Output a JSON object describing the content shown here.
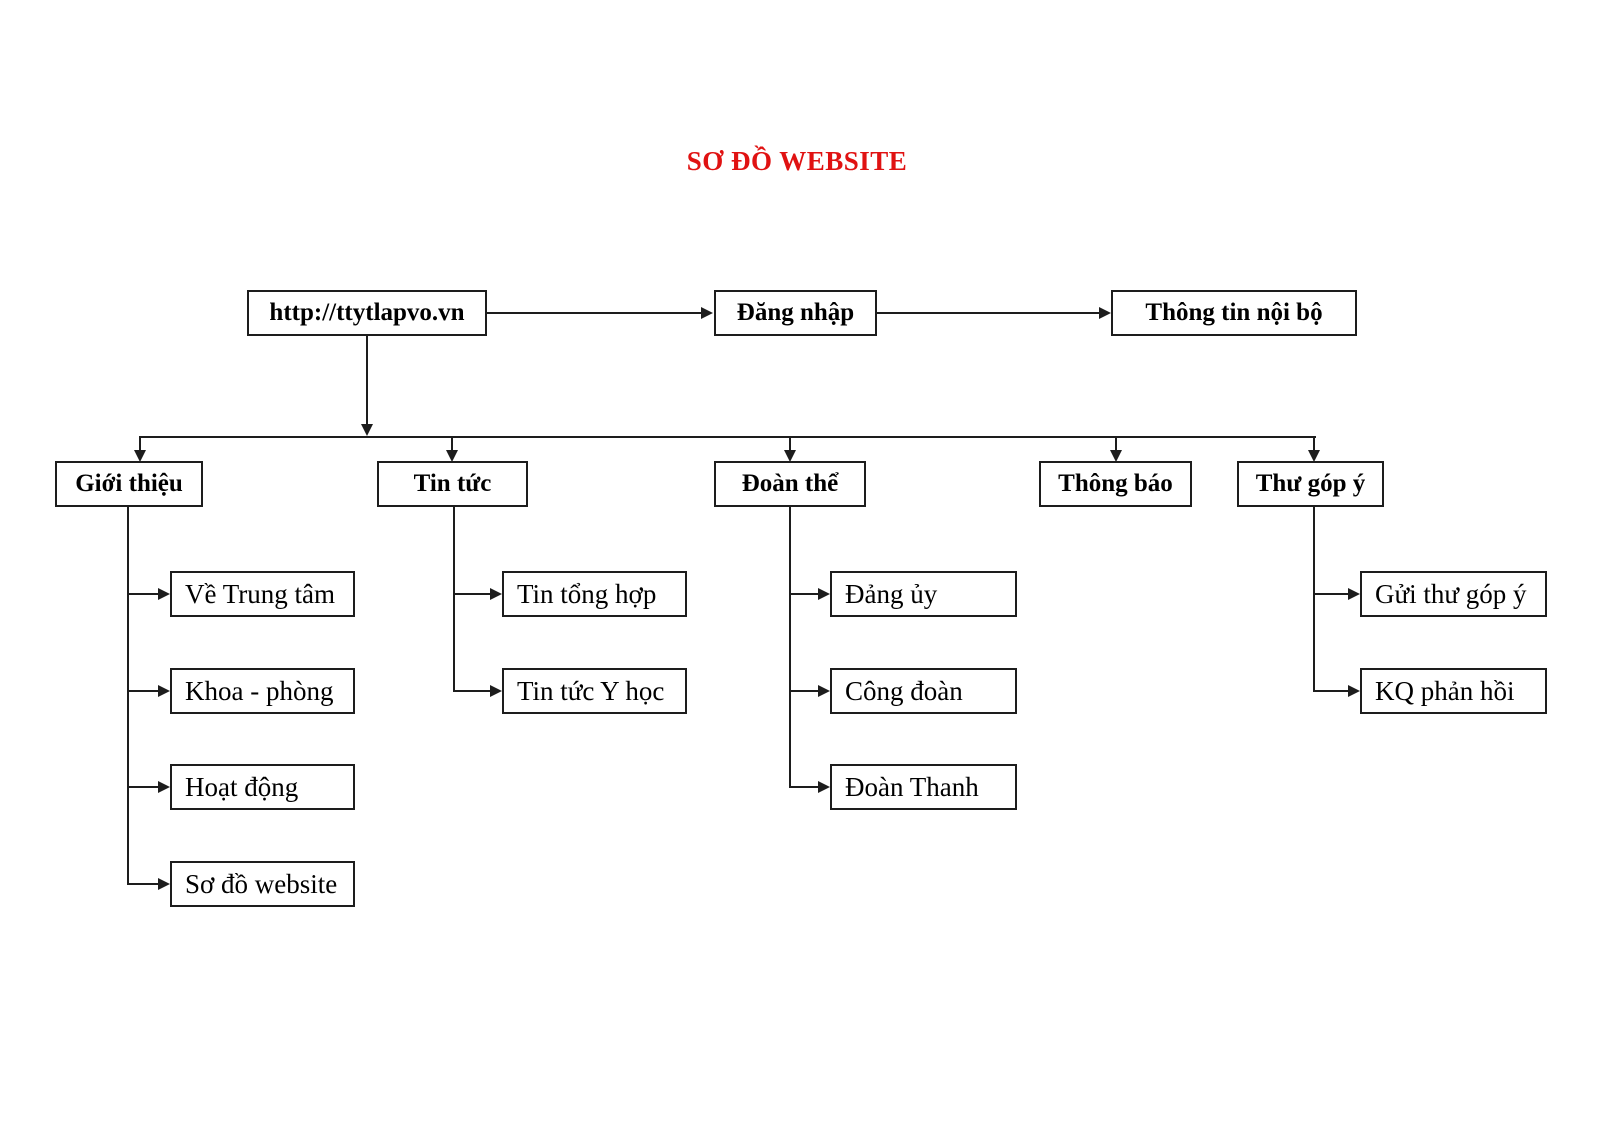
{
  "title": "SƠ ĐỒ WEBSITE",
  "root": {
    "label": "http://ttytlapvo.vn"
  },
  "top_row": {
    "login": {
      "label": "Đăng nhập"
    },
    "internal_info": {
      "label": "Thông tin nội bộ"
    }
  },
  "branches": [
    {
      "label": "Giới thiệu",
      "children": [
        "Về Trung tâm",
        "Khoa - phòng",
        "Hoạt động",
        "Sơ đồ website"
      ]
    },
    {
      "label": "Tin tức",
      "children": [
        "Tin tổng hợp",
        "Tin tức Y học"
      ]
    },
    {
      "label": "Đoàn thể",
      "children": [
        "Đảng ủy",
        "Công đoàn",
        "Đoàn Thanh"
      ]
    },
    {
      "label": "Thông báo",
      "children": []
    },
    {
      "label": "Thư góp ý",
      "children": [
        "Gửi thư góp ý",
        "KQ phản hồi"
      ]
    }
  ],
  "colors": {
    "title": "#e01212",
    "line": "#1d1d1d",
    "box_border": "#1d1d1d",
    "text": "#000000",
    "background": "#ffffff"
  }
}
